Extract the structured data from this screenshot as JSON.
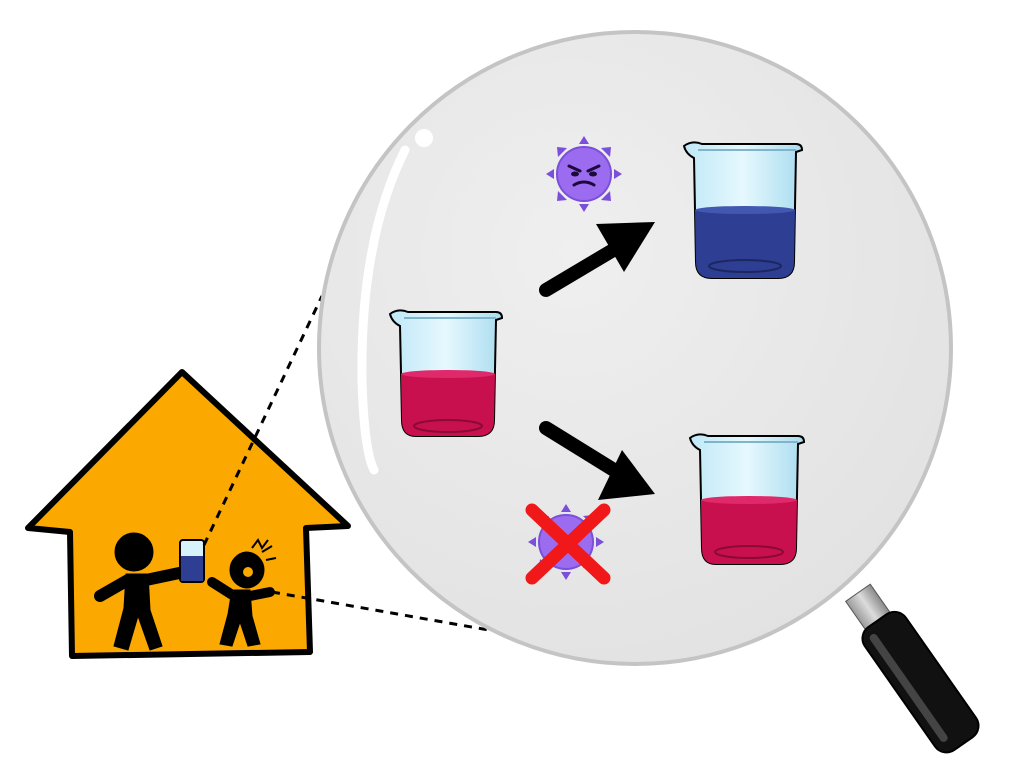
{
  "colors": {
    "house_fill": "#FBA800",
    "outline": "#000000",
    "lens_fill": "#E8E8E8",
    "lens_rim": "#C9C9C9",
    "handle": "#111111",
    "beaker_glass": "#CFEFFA",
    "liquid_red": "#C8104E",
    "liquid_blue": "#2D3E93",
    "virus": "#9B6CF0",
    "cross": "#F01818"
  },
  "icons": {
    "house": "house-icon",
    "virus": "virus-icon",
    "magnifier": "magnifying-glass-icon",
    "beaker": "beaker-icon",
    "arrow": "arrow-icon",
    "cross": "cross-mark-icon"
  },
  "states": {
    "initial_liquid": "red",
    "with_virus_result": "blue",
    "without_virus_result": "red"
  }
}
